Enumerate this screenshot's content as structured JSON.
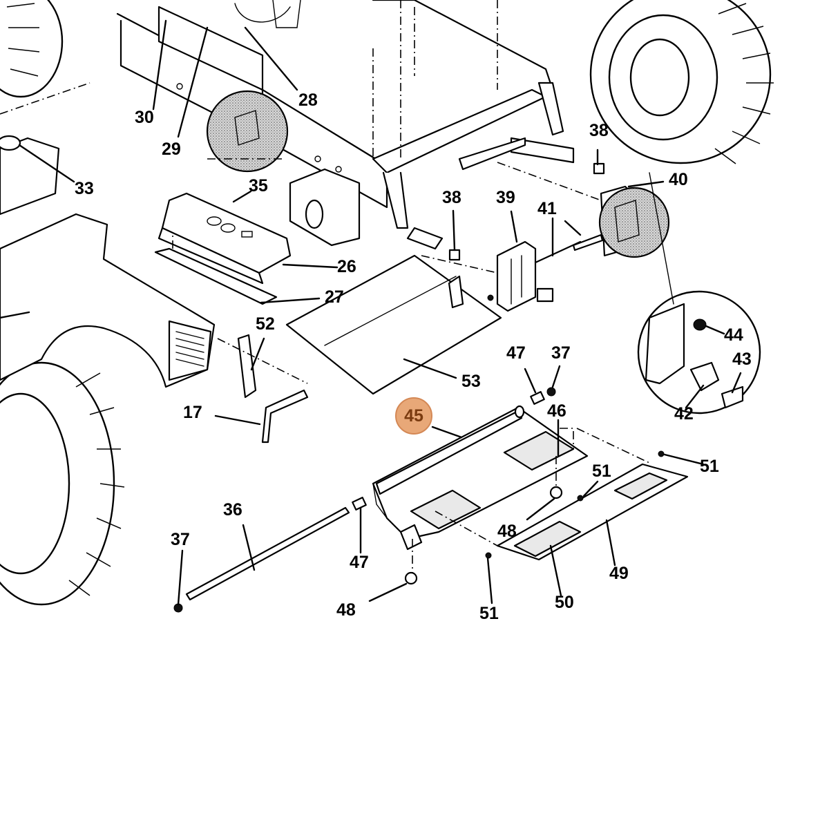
{
  "highlight": {
    "label": "45",
    "fill_color": "#e8a878",
    "border_color": "#d48855",
    "text_color": "#7a3b10"
  },
  "labels": {
    "p30": "30",
    "p29": "29",
    "p28": "28",
    "p33": "33",
    "p35": "35",
    "p26": "26",
    "p27": "27",
    "p52": "52",
    "p17": "17",
    "p53": "53",
    "p38a": "38",
    "p38b": "38",
    "p40": "40",
    "p39": "39",
    "p41": "41",
    "p44": "44",
    "p43": "43",
    "p42": "42",
    "p47a": "47",
    "p37a": "37",
    "p46": "46",
    "p51a": "51",
    "p51b": "51",
    "p51c": "51",
    "p36": "36",
    "p37b": "37",
    "p47b": "47",
    "p48a": "48",
    "p48b": "48",
    "p49": "49",
    "p50": "50"
  },
  "icons": [
    "tire-icon",
    "frame-icon",
    "fuel-tank-icon",
    "fender-icon",
    "footrest-icon",
    "rod-icon",
    "bracket-icon",
    "bolt-icon",
    "nut-icon"
  ]
}
